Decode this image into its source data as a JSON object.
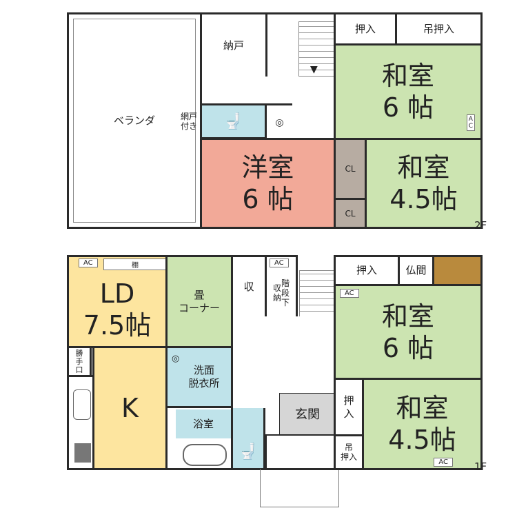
{
  "floor2": {
    "label": "2F",
    "veranda": "ベランダ",
    "storage": "納戸",
    "screen_door": "網戸\n付き",
    "oshiire": "押入",
    "tsuri_oshiire": "吊押入",
    "washitsu6": "和室\n6 帖",
    "ac_vertical": "A\nC",
    "youshitsu6": "洋室\n6 帖",
    "cl1": "CL",
    "cl2": "CL",
    "washitsu45": "和室\n4.5帖"
  },
  "floor1": {
    "label": "1F",
    "ac1": "AC",
    "shelf": "棚",
    "ld": "LD\n7.5帖",
    "tatami_corner": "畳\nコーナー",
    "storage": "収",
    "ac2": "AC",
    "under_stairs_storage": "収\n納",
    "under_stairs": "階\n段\n下",
    "oshiire": "押入",
    "butsuma": "仏間",
    "ac3": "AC",
    "washitsu6": "和室\n6 帖",
    "back_door": "勝\n手\n口",
    "kitchen": "K",
    "washroom": "洗面\n脱衣所",
    "bathroom": "浴室",
    "entrance": "玄関",
    "oshiire_small": "押\n入",
    "tsuri_oshiire": "吊\n押入",
    "washitsu45": "和室\n4.5帖",
    "ac4": "AC"
  },
  "colors": {
    "washitsu": "#cce4b1",
    "ld": "#fde59f",
    "water": "#bfe3ea",
    "youshitsu": "#f2a998",
    "closet": "#b7aca2",
    "entrance": "#d6d6d6",
    "butsudan": "#b98a3d"
  }
}
